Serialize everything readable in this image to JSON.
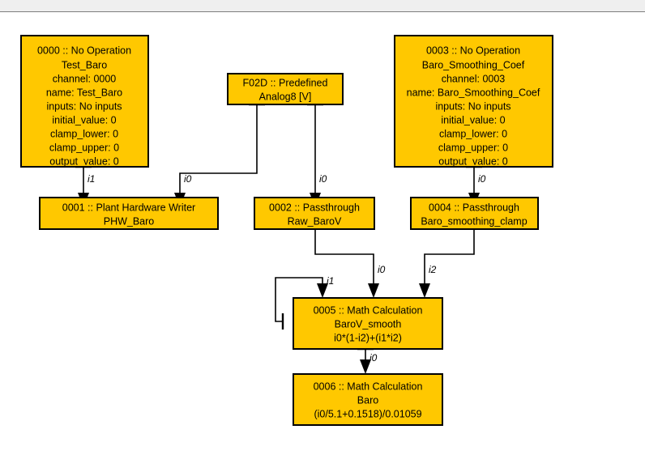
{
  "app": {
    "title": "Signal Block Diagram",
    "canvas_background": "#ffffff",
    "toolbar_background": "#efefef",
    "node_fill": "#ffc800",
    "node_border": "#000000",
    "edge_color": "#000000"
  },
  "nodes": {
    "n0000": {
      "id": "0000",
      "lines": [
        "0000 :: No Operation",
        "Test_Baro",
        "channel: 0000",
        "name: Test_Baro",
        "inputs: No inputs",
        "initial_value: 0",
        "clamp_lower: 0",
        "clamp_upper: 0",
        "output_value: 0"
      ]
    },
    "nF02D": {
      "id": "F02D",
      "lines": [
        "F02D :: Predefined",
        "Analog8 [V]"
      ]
    },
    "n0003": {
      "id": "0003",
      "lines": [
        "0003 :: No Operation",
        "Baro_Smoothing_Coef",
        "channel: 0003",
        "name: Baro_Smoothing_Coef",
        "inputs: No inputs",
        "initial_value: 0",
        "clamp_lower: 0",
        "clamp_upper: 0",
        "output_value: 0"
      ]
    },
    "n0001": {
      "id": "0001",
      "lines": [
        "0001 :: Plant Hardware Writer",
        "PHW_Baro"
      ]
    },
    "n0002": {
      "id": "0002",
      "lines": [
        "0002 :: Passthrough",
        "Raw_BaroV"
      ]
    },
    "n0004": {
      "id": "0004",
      "lines": [
        "0004 :: Passthrough",
        "Baro_smoothing_clamp"
      ]
    },
    "n0005": {
      "id": "0005",
      "lines": [
        "0005 :: Math Calculation",
        "BaroV_smooth",
        "i0*(1-i2)+(i1*i2)"
      ]
    },
    "n0006": {
      "id": "0006",
      "lines": [
        "0006 :: Math Calculation",
        "Baro",
        "(i0/5.1+0.1518)/0.01059"
      ]
    }
  },
  "edge_labels": {
    "e_0000_to_0001": "i1",
    "e_f02d_to_0001": "i0",
    "e_f02d_to_0002": "i0",
    "e_0003_to_0004": "i0",
    "e_0002_to_0005": "i0",
    "e_0004_to_0005": "i2",
    "e_feedback_to_0005": "i1",
    "e_0005_to_0006": "i0"
  }
}
